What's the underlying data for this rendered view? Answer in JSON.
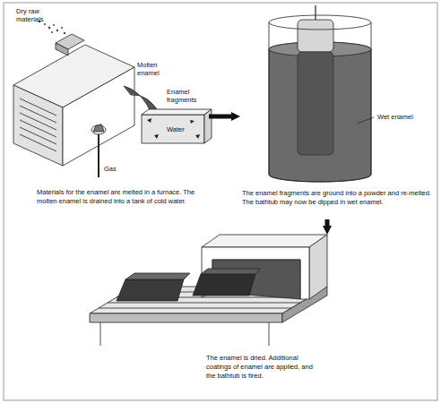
{
  "diagram": {
    "nodes": [
      {
        "text": [
          "Materials for the enamel are melted in a furnace. The molten enamel is drained into a tank of cold water."
        ]
      },
      {
        "text": [
          "The enamel fragments are ground into a powder and re-melted. The bathtub may now be dipped in wet enamel."
        ]
      },
      {
        "text": [
          "The enamel is dried. Additional coatings of enamel are applied, and the bathtub is fired."
        ]
      }
    ],
    "edges": [
      {
        "from": 0,
        "to": 1,
        "arrow": "to"
      },
      {
        "from": 1,
        "to": 2,
        "arrow": "to"
      }
    ],
    "labels": [
      "Dry raw materials",
      "Molten enamel",
      "Enamel fragments",
      "Water",
      "Gas",
      "Wet enamel"
    ]
  }
}
